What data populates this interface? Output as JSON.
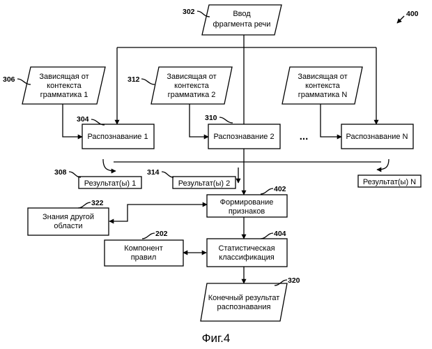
{
  "input": {
    "line1": "Ввод",
    "line2": "фрагмента речи",
    "ref": "302"
  },
  "figure": {
    "ref": "400",
    "caption": "Фиг.4"
  },
  "grammars": [
    {
      "line1": "Зависящая от",
      "line2": "контекста",
      "line3": "грамматика 1",
      "ref": "306"
    },
    {
      "line1": "Зависящая от",
      "line2": "контекста",
      "line3": "грамматика 2",
      "ref": "312"
    },
    {
      "line1": "Зависящая от",
      "line2": "контекста",
      "line3": "грамматика N",
      "ref": ""
    }
  ],
  "recognizers": [
    {
      "label": "Распознавание 1",
      "ref": "304"
    },
    {
      "label": "Распознавание 2",
      "ref": "310"
    },
    {
      "label": "Распознавание N",
      "ref": ""
    }
  ],
  "ellipsis": "...",
  "results": [
    {
      "label": "Результат(ы) 1",
      "ref": "308"
    },
    {
      "label": "Результат(ы) 2",
      "ref": "314"
    },
    {
      "label": "Результат(ы) N",
      "ref": ""
    }
  ],
  "feature_formation": {
    "line1": "Формирование",
    "line2": "признаков",
    "ref": "402"
  },
  "domain_knowledge": {
    "line1": "Знания другой",
    "line2": "области",
    "ref": "322"
  },
  "rules_component": {
    "line1": "Компонент",
    "line2": "правил",
    "ref": "202"
  },
  "classification": {
    "line1": "Статистическая",
    "line2": "классификация",
    "ref": "404"
  },
  "final_result": {
    "line1": "Конечный результат",
    "line2": "распознавания",
    "ref": "320"
  }
}
